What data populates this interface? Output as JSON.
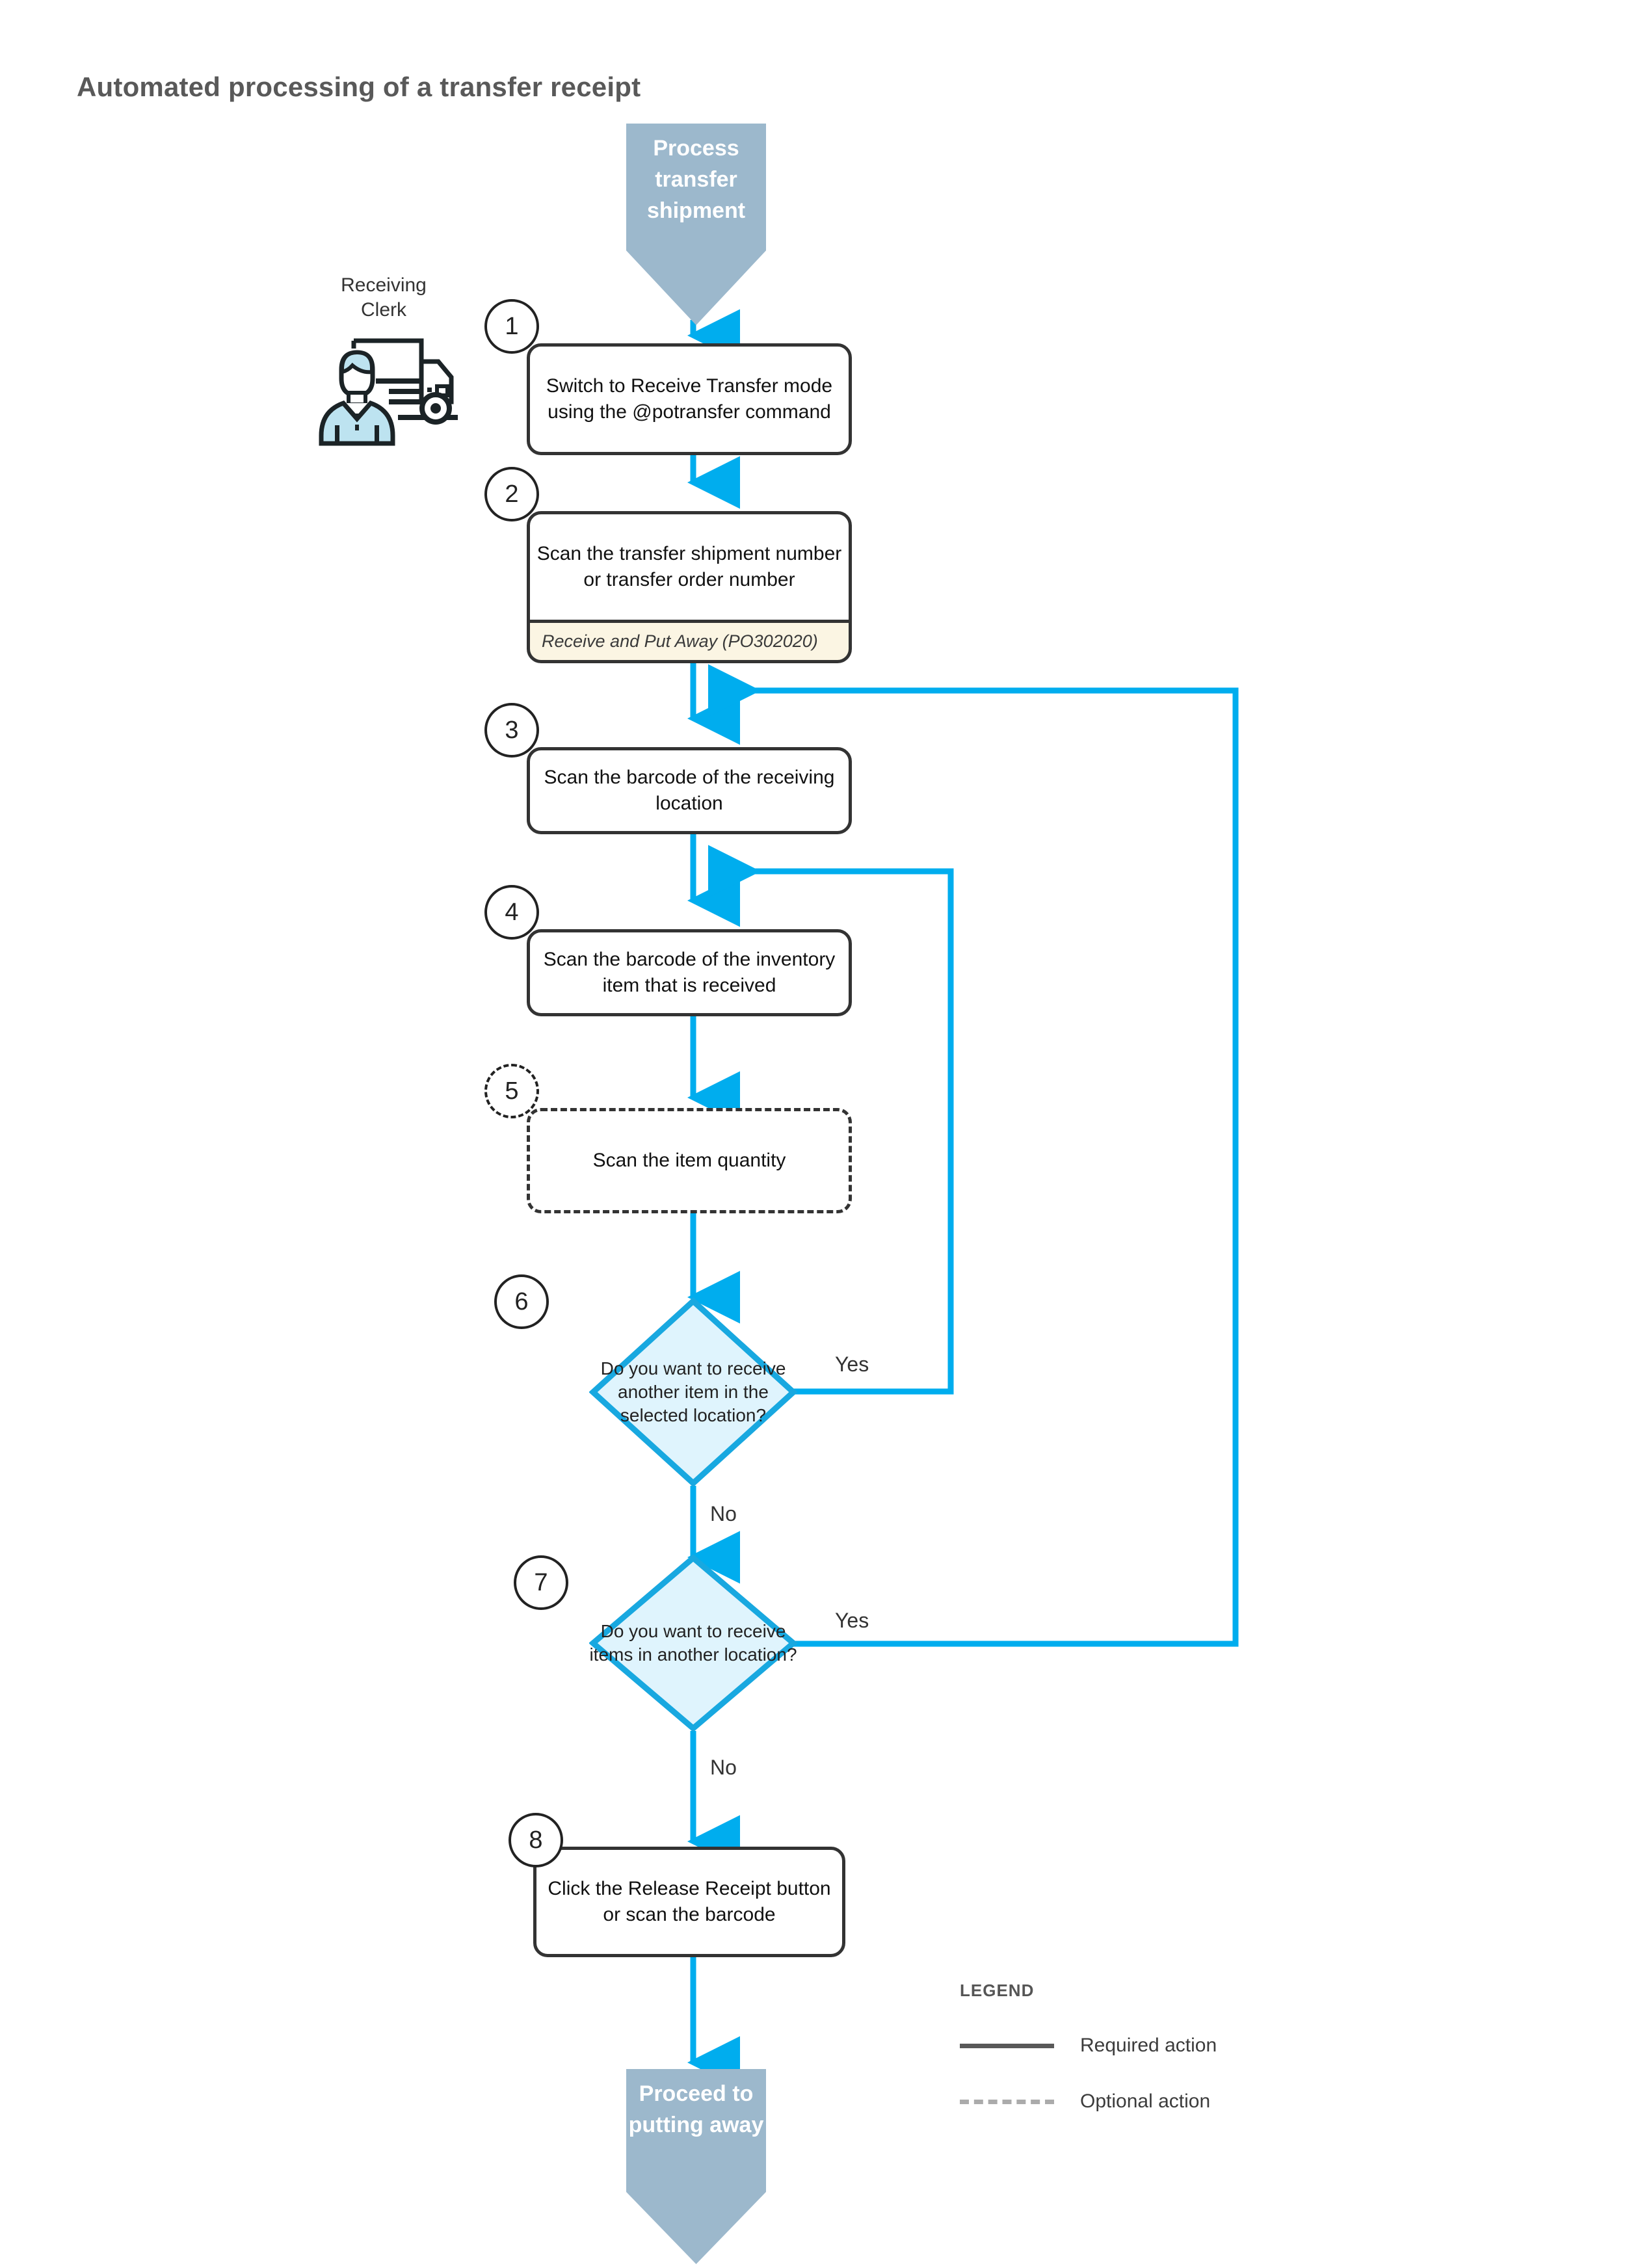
{
  "title": "Automated processing of a transfer receipt",
  "colors": {
    "flow_arrow": "#00ADEE",
    "terminator_fill": "#9CB8CC",
    "decision_fill": "#DFF4FD",
    "decision_stroke": "#18A8E0",
    "note_fill": "#FBF5E3",
    "box_stroke": "#333333",
    "title_text": "#595959"
  },
  "role": {
    "label_line1": "Receiving",
    "label_line2": "Clerk",
    "icon": "receiving-clerk-truck-icon"
  },
  "start": {
    "text": "Process transfer shipment"
  },
  "end": {
    "text": "Proceed to putting away"
  },
  "steps": [
    {
      "number": "1",
      "optional": false,
      "text": "Switch to Receive Transfer mode using the @potransfer command"
    },
    {
      "number": "2",
      "optional": false,
      "text": "Scan the transfer shipment number or transfer order number",
      "note": "Receive and Put Away (PO302020)"
    },
    {
      "number": "3",
      "optional": false,
      "text": "Scan the barcode of the receiving location"
    },
    {
      "number": "4",
      "optional": false,
      "text": "Scan the barcode of the inventory item that is received"
    },
    {
      "number": "5",
      "optional": true,
      "text": "Scan the item quantity"
    },
    {
      "number": "8",
      "optional": false,
      "text": "Click the Release Receipt button or scan the barcode"
    }
  ],
  "decisions": [
    {
      "number": "6",
      "text": "Do you want to receive another item in the selected location?",
      "yes_label": "Yes",
      "no_label": "No"
    },
    {
      "number": "7",
      "text": "Do you want to receive items in another location?",
      "yes_label": "Yes",
      "no_label": "No"
    }
  ],
  "legend": {
    "title": "LEGEND",
    "items": [
      {
        "style": "solid",
        "label": "Required action"
      },
      {
        "style": "dashed",
        "label": "Optional action"
      }
    ]
  }
}
